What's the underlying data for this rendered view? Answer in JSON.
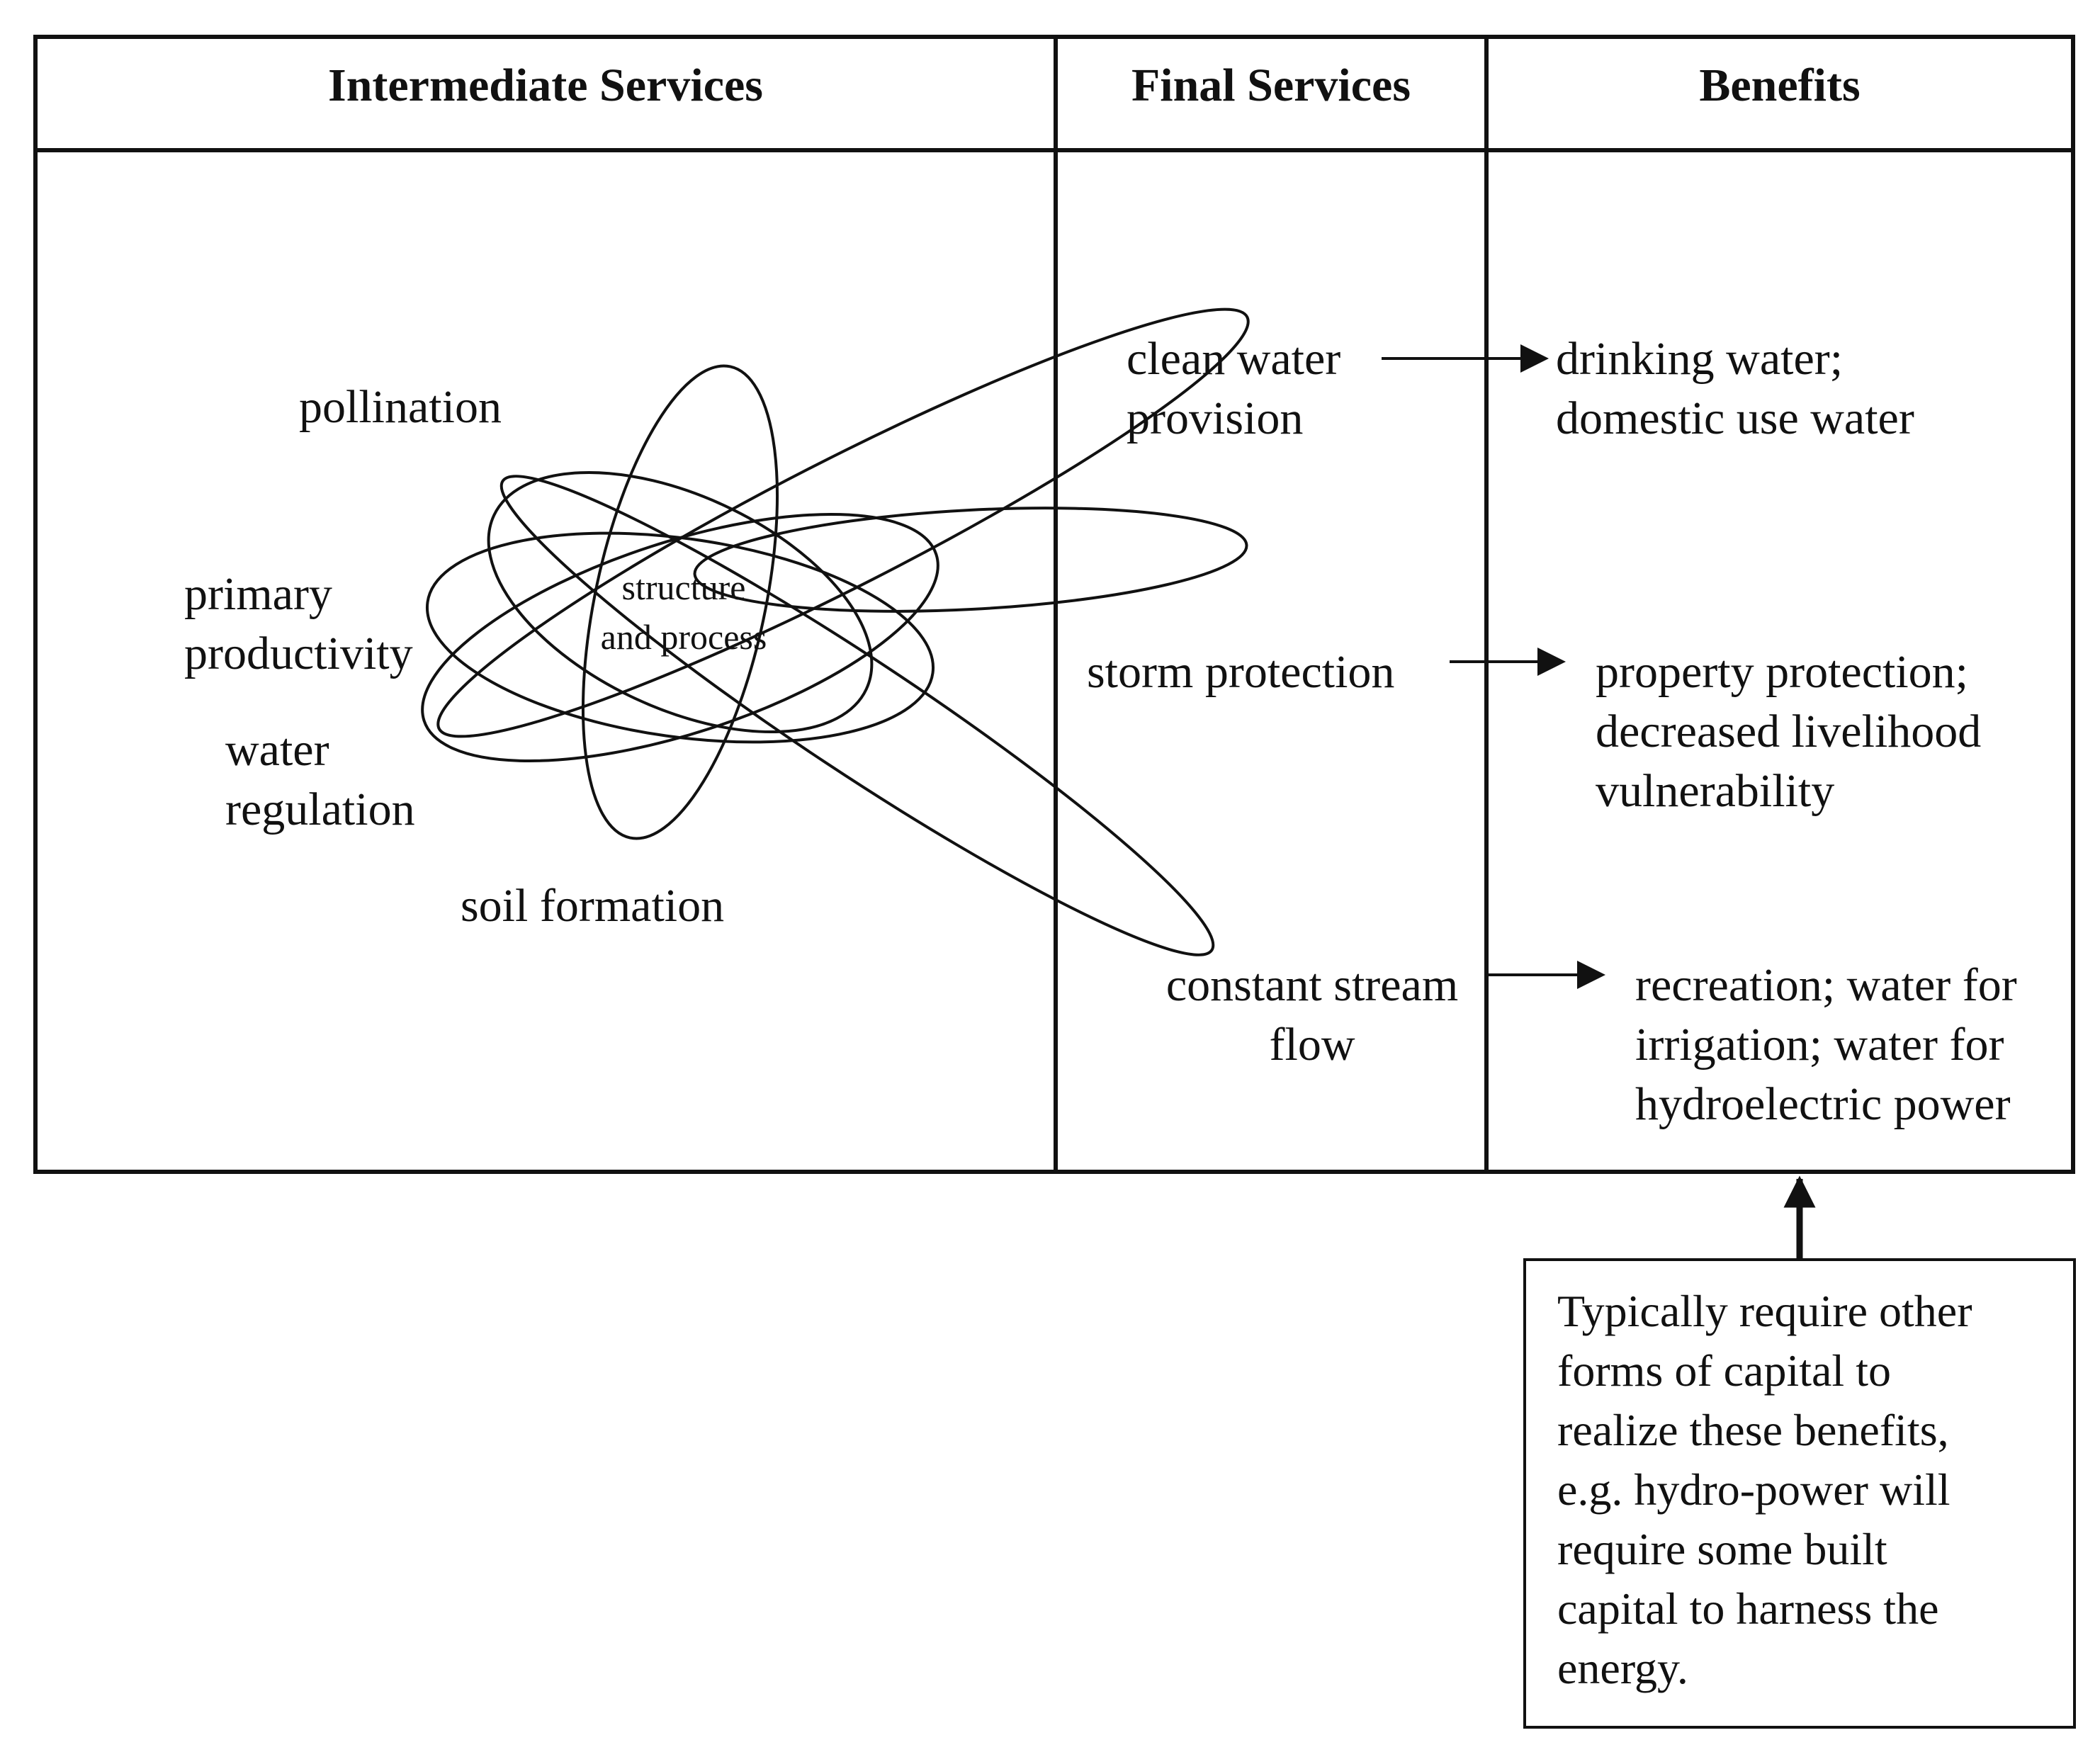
{
  "headers": {
    "intermediate": "Intermediate Services",
    "final": "Final Services",
    "benefits": "Benefits"
  },
  "intermediate_services": {
    "pollination": "pollination",
    "primary_productivity": [
      "primary",
      "productivity"
    ],
    "water_regulation": [
      "water",
      "regulation"
    ],
    "soil_formation": "soil formation",
    "center": [
      "structure",
      "and process"
    ]
  },
  "final_services": {
    "clean_water": [
      "clean water",
      "provision"
    ],
    "storm_protection": [
      "storm protection"
    ],
    "stream_flow": [
      "constant stream",
      "flow"
    ]
  },
  "benefits": {
    "clean_water": [
      "drinking water;",
      "domestic use water"
    ],
    "storm_protection": [
      "property protection;",
      "decreased livelihood",
      "vulnerability"
    ],
    "stream_flow": [
      "recreation; water for",
      "irrigation; water for",
      "hydroelectric power"
    ]
  },
  "note": [
    "Typically require other",
    "forms of capital to",
    "realize these benefits,",
    "e.g. hydro-power will",
    "require some built",
    "capital to harness the",
    "energy."
  ]
}
